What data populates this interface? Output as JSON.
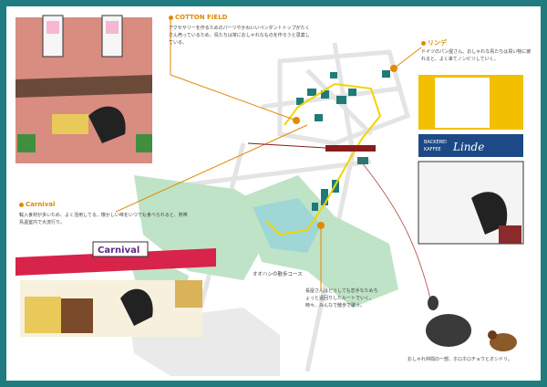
{
  "spots": {
    "cotton_field": {
      "title": "COTTON FIELD",
      "desc": "アクセサリーを作るためのパーツやかわいいペンダントトップがたくさん売っているため、鳥たちは常におしゃれなものを作ろうと思案している。"
    },
    "linde": {
      "title": "リンデ",
      "desc": "ドイツのパン屋さん。おしゃれな鳥たちは買い物に疲れると、よく来てノンビリしていく。",
      "sign_line1": "BACKEREI",
      "sign_line2": "KAFFEE",
      "sign_name": "Linde"
    },
    "carnival": {
      "title": "Carnival",
      "desc": "輸入食材が多いため、よく活用してる。懐かしい味をいつでも食べられると、熱帯鳥温室内で大流行り。",
      "sign": "Carnival"
    }
  },
  "labels": {
    "walk_course": "オオハシの散歩コース",
    "route_note": "長屋さんはどうしても恋手なためちょっと遠回りしたルートでいく。時々、みんなで散歩で歌う。",
    "friends_note": "おしゃれ仲間の一部、ホロホロチョウとオシドリ。"
  },
  "colors": {
    "frame": "#1f7d7f",
    "accent": "#e08a00",
    "route": "#f2d400",
    "park": "#bfe3c6",
    "building": "#1f7a78",
    "marker": "#8b1a1a"
  }
}
